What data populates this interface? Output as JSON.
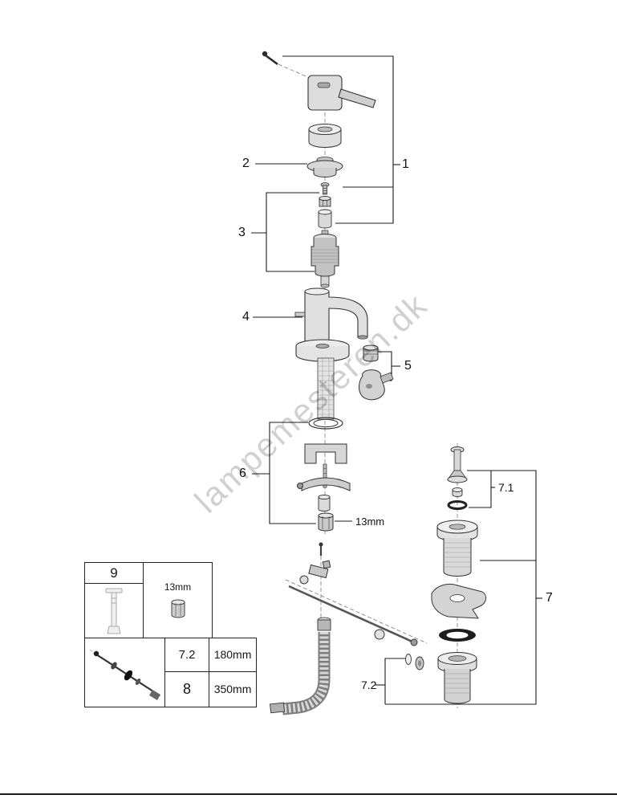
{
  "watermark": "lampemesteren.dk",
  "callouts": {
    "n1": "1",
    "n2": "2",
    "n3": "3",
    "n4": "4",
    "n5": "5",
    "n6": "6",
    "n7": "7",
    "n7_1": "7.1",
    "n7_2": "7.2",
    "nut_size": "13mm"
  },
  "legend": {
    "tool_number": "9",
    "nut_size": "13mm",
    "table": {
      "rows": [
        {
          "part": "7.2",
          "length": "180mm"
        },
        {
          "part": "8",
          "length": "350mm"
        }
      ]
    }
  }
}
